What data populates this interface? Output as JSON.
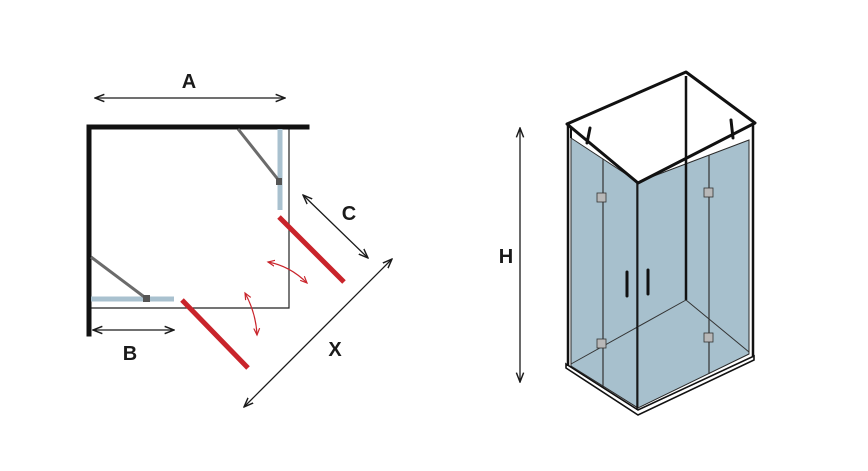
{
  "plan_view": {
    "labels": {
      "a": "A",
      "b": "B",
      "c": "C",
      "x": "X"
    }
  },
  "perspective_view": {
    "labels": {
      "h": "H"
    }
  },
  "colors": {
    "wall": "#111111",
    "glass_fixed": "#a9c1cf",
    "glass_door": "#c9242b",
    "hinge_arm": "#6b6b6b",
    "swing_arrow": "#c9242b",
    "glass_fill": "#a7c0cd",
    "frame": "#111111",
    "dimension_line": "#1a1a1a"
  },
  "icons": {
    "dimension_arrow": "double-headed-arrow",
    "door_swing": "curved-double-arrow"
  }
}
